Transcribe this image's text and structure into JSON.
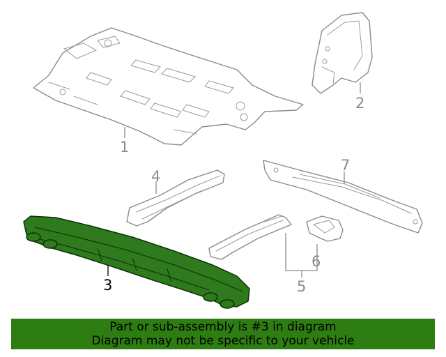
{
  "callouts": [
    {
      "id": "1",
      "label": "1"
    },
    {
      "id": "2",
      "label": "2"
    },
    {
      "id": "3",
      "label": "3",
      "highlighted": true
    },
    {
      "id": "4",
      "label": "4"
    },
    {
      "id": "5",
      "label": "5"
    },
    {
      "id": "6",
      "label": "6"
    },
    {
      "id": "7",
      "label": "7"
    }
  ],
  "highlight_color": "#2e7d12",
  "banner": {
    "line1": "Part or sub-assembly is #3 in diagram",
    "line2": "Diagram may not be specific to your vehicle"
  }
}
